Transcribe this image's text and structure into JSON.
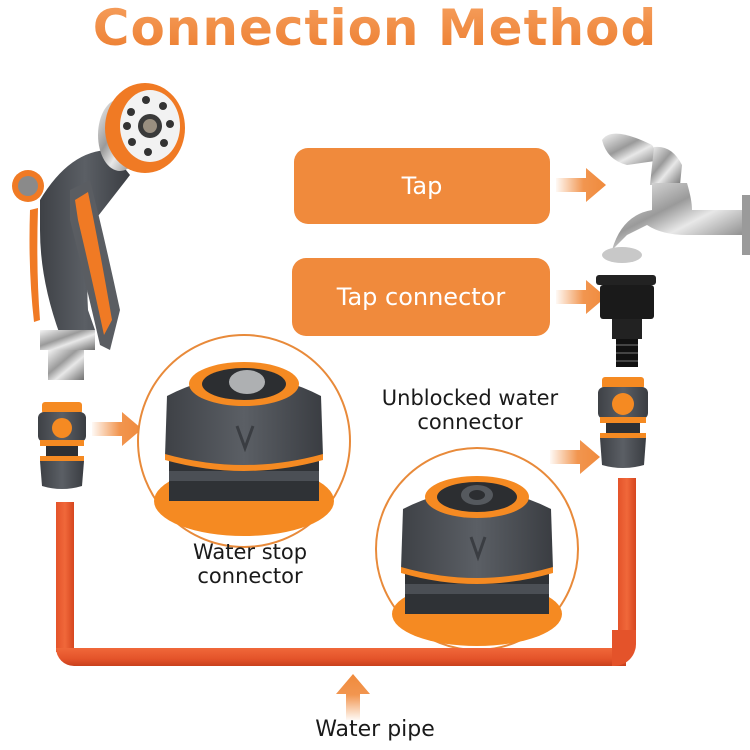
{
  "title": "Connection Method",
  "callouts": {
    "tap": "Tap",
    "tap_connector": "Tap connector"
  },
  "labels": {
    "unblocked_line1": "Unblocked water",
    "unblocked_line2": "connector",
    "waterstop_line1": "Water stop",
    "waterstop_line2": "connector",
    "water_pipe": "Water pipe"
  },
  "colors": {
    "accent_orange": "#f08a3c",
    "pipe_orange": "#e8582c",
    "connector_gray": "#4a4d52",
    "text_dark": "#1a1a1a"
  },
  "icons": [
    "spray-nozzle-gun",
    "tap-faucet",
    "tap-connector",
    "water-stop-connector",
    "unblocked-water-connector",
    "water-pipe",
    "arrow-right",
    "arrow-up"
  ]
}
